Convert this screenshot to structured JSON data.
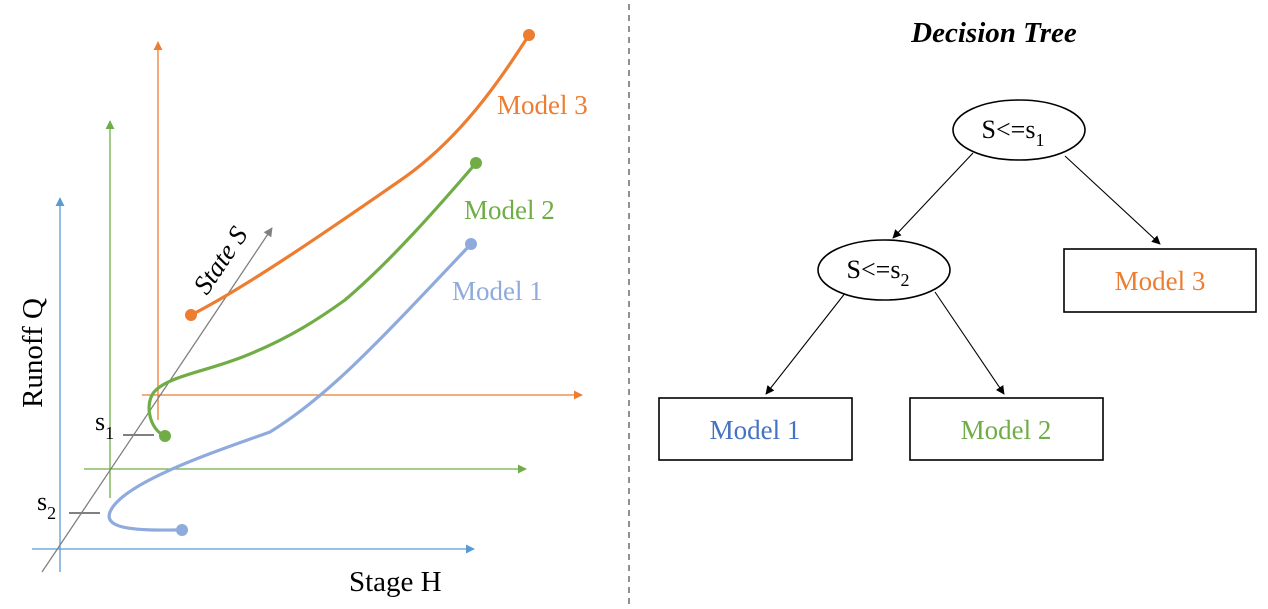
{
  "colors": {
    "model1": "#8faadc",
    "model1_axis": "#5b9bd5",
    "model2": "#70ad47",
    "model3": "#ed7d31",
    "black": "#000000",
    "gray": "#808080",
    "divider": "#555555"
  },
  "left_panel": {
    "x_axis_label": "Stage H",
    "y_axis_label": "Runoff Q",
    "state_axis_label": "State S",
    "s1_label": {
      "base": "s",
      "sub": "1"
    },
    "s2_label": {
      "base": "s",
      "sub": "2"
    },
    "curve_labels": {
      "model1": "Model 1",
      "model2": "Model 2",
      "model3": "Model 3"
    }
  },
  "right_panel": {
    "title": "Decision Tree",
    "root_node": {
      "text": "S<=s",
      "sub": "1"
    },
    "inner_node": {
      "text": "S<=s",
      "sub": "2"
    },
    "leaves": {
      "model1": "Model 1",
      "model2": "Model 2",
      "model3": "Model 3"
    }
  }
}
